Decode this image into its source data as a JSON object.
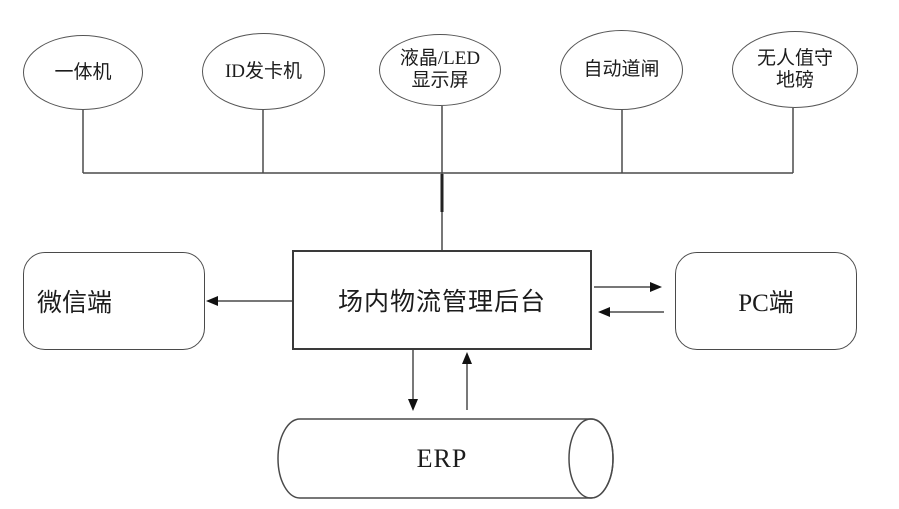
{
  "diagram": {
    "devices": [
      {
        "label": "一体机"
      },
      {
        "label": "ID发卡机"
      },
      {
        "lines": [
          "液晶/LED",
          "显示屏"
        ]
      },
      {
        "label": "自动道闸"
      },
      {
        "lines": [
          "无人值守",
          "地磅"
        ]
      }
    ],
    "backend": {
      "label": "场内物流管理后台"
    },
    "wechat": {
      "label": "微信端"
    },
    "pc": {
      "label": "PC端"
    },
    "erp": {
      "label": "ERP"
    },
    "colors": {
      "line": "#4a4a4a",
      "shape_border": "#555555",
      "text": "#1c1c1c",
      "background": "#ffffff"
    }
  }
}
